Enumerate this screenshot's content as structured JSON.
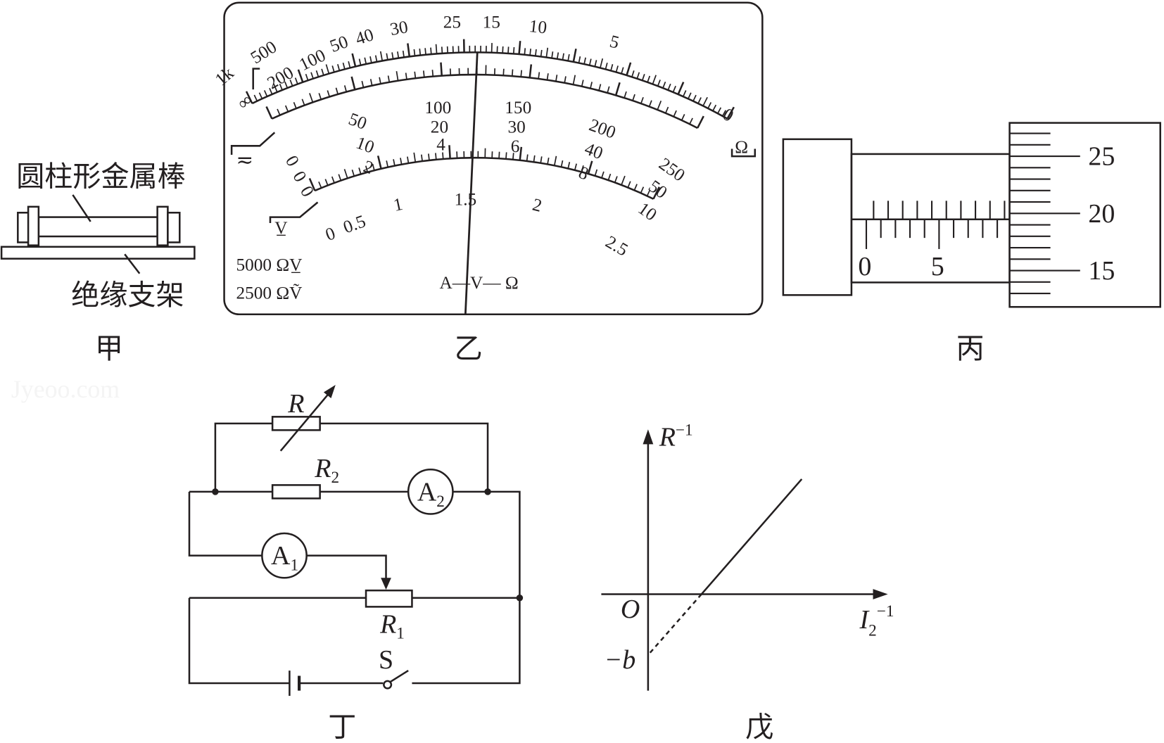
{
  "fig_jia": {
    "rod_label": "圆柱形金属棒",
    "support_label": "绝缘支架",
    "caption": "甲"
  },
  "fig_yi": {
    "caption": "乙",
    "ohm_scale": [
      "1k",
      "500",
      "200",
      "100",
      "50",
      "40",
      "30",
      "25",
      "15",
      "10",
      "5",
      "0"
    ],
    "infinity": "∞",
    "ohm_symbol": "Ω",
    "mid_scale_a": [
      "0",
      "50",
      "100",
      "150",
      "200",
      "250"
    ],
    "mid_scale_b": [
      "0",
      "10",
      "20",
      "30",
      "40",
      "50"
    ],
    "mid_scale_c": [
      "0",
      "2",
      "4",
      "6",
      "8",
      "10"
    ],
    "low_scale": [
      "0",
      "0.5",
      "1",
      "1.5",
      "2",
      "2.5"
    ],
    "ac_symbol": "≂",
    "dc_symbol": "V̲",
    "sens_dc": "5000 ΩV̲",
    "sens_ac": "2500 ΩṼ",
    "mode_label": "A—V— Ω"
  },
  "fig_bing": {
    "caption": "丙",
    "sleeve_labels": [
      "0",
      "5"
    ],
    "thimble_labels": [
      "25",
      "20",
      "15"
    ]
  },
  "fig_ding": {
    "caption": "丁",
    "R": "R",
    "R2": "R",
    "R2_sub": "2",
    "R1": "R",
    "R1_sub": "1",
    "A1": "A",
    "A1_sub": "1",
    "A2": "A",
    "A2_sub": "2",
    "S": "S"
  },
  "fig_wu": {
    "caption": "戊",
    "y_axis": "R",
    "y_sup": "−1",
    "x_axis": "I",
    "x_sub": "2",
    "x_sup": "−1",
    "origin": "O",
    "intercept": "−b"
  },
  "watermark": "Jyeoo.com"
}
